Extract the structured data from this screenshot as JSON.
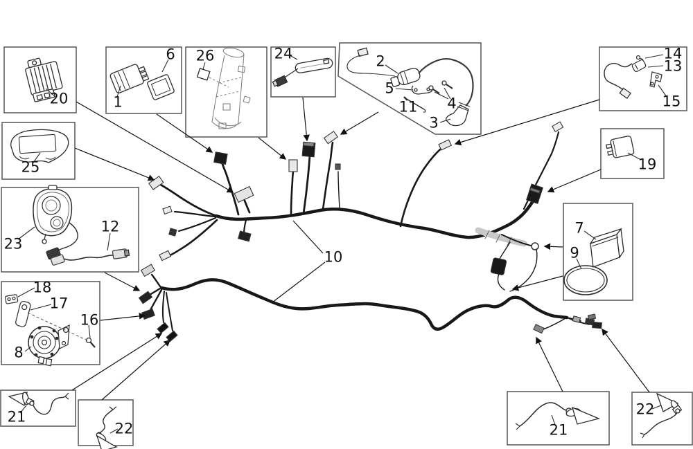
{
  "diagram": {
    "kind": "motorcycle wiring-harness exploded parts diagram",
    "colors": {
      "background": "#ffffff",
      "line_art": "#2b2b2b",
      "harness": "#181818",
      "box_stroke": "#555555",
      "label_text": "#111111"
    }
  },
  "callouts": {
    "c1": "1",
    "c2": "2",
    "c3": "3",
    "c4": "4",
    "c5": "5",
    "c6": "6",
    "c7": "7",
    "c8": "8",
    "c9": "9",
    "c10": "10",
    "c11": "11",
    "c12": "12",
    "c13": "13",
    "c14": "14",
    "c15": "15",
    "c16": "16",
    "c17": "17",
    "c18": "18",
    "c19": "19",
    "c20": "20",
    "c21_left": "21",
    "c21_right": "21",
    "c22_mid": "22",
    "c22_right": "22",
    "c23": "23",
    "c24": "24",
    "c25": "25",
    "c26": "26"
  }
}
